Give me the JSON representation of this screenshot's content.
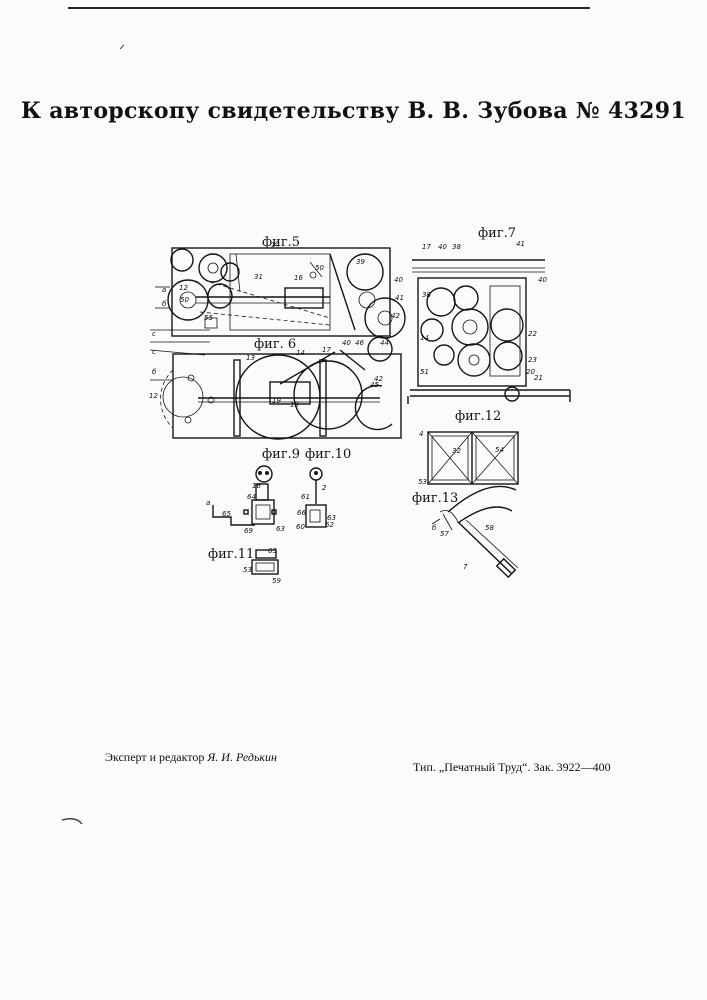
{
  "document": {
    "title": "К авторскопу свидетельству В. В. Зубова № 43291"
  },
  "figures": {
    "fig5": "фиг.5",
    "fig6": "фиг. 6",
    "fig7": "фиг.7",
    "fig9": "фиг.9",
    "fig10": "фиг.10",
    "fig11": "фиг.11",
    "fig12": "фиг.12",
    "fig13": "фиг.13"
  },
  "footer": {
    "expert_label": "Эксперт и редактор",
    "expert_name": "Я. И. Редькин",
    "printer": "Тип. „Печатный Труд“. Зак. 3922—400"
  }
}
